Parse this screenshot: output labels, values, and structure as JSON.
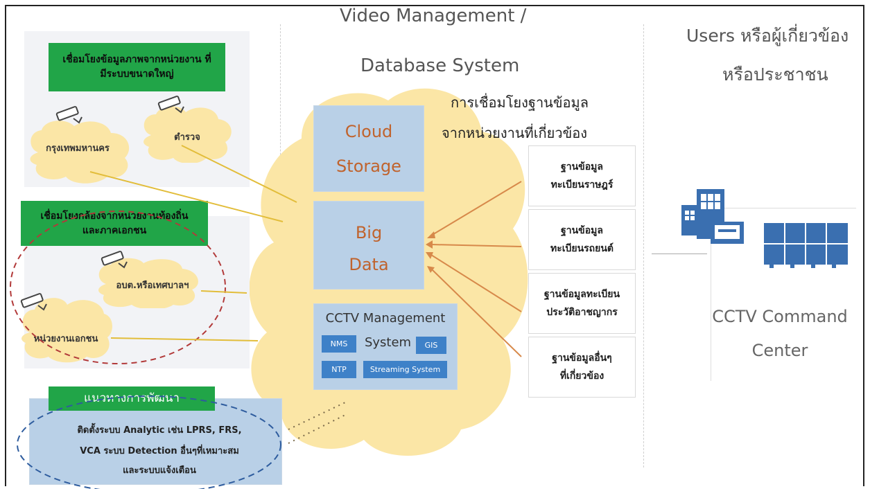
{
  "header": {
    "vms_line1": "Video Management /",
    "vms_line2": "Database System",
    "users_line1": "Users หรือผู้เกี่ยวข้อง",
    "users_line2": "หรือประชาชน"
  },
  "left_groups": {
    "large_scale_link": "เชื่อมโยงข้อมูลภาพจากหน่วยงาน ที่มีระบบขนาดใหญ่",
    "bangkok": "กรุงเทพมหานคร",
    "police": "ตำรวจ",
    "local_link": "เชื่อมโยงกล้องจากหน่วยงานท้องถิ่น และภาคเอกชน",
    "local_gov": "อบต.หรือเทศบาลฯ",
    "private_org": "หน่วยงานเอกชน",
    "development_title": "แนวทางการพัฒนา",
    "development_line1": "ติดตั้งระบบ Analytic เช่น LPRS, FRS,",
    "development_line2": "VCA ระบบ Detection อื่นๆที่เหมาะสม",
    "development_line3": "และระบบแจ้งเตือน"
  },
  "center": {
    "cloud_storage_1": "Cloud",
    "cloud_storage_2": "Storage",
    "big_data_1": "Big",
    "big_data_2": "Data",
    "cctv_title": "CCTV Management",
    "cctv_system": "System",
    "nms": "NMS",
    "gis": "GIS",
    "ntp": "NTP",
    "streaming": "Streaming System",
    "db_link_line1": "การเชื่อมโยงฐานข้อมูล",
    "db_link_line2": "จากหน่วยงานที่เกี่ยวข้อง"
  },
  "databases": [
    {
      "line1": "ฐานข้อมูล",
      "line2": "ทะเบียนราษฎร์"
    },
    {
      "line1": "ฐานข้อมูล",
      "line2": "ทะเบียนรถยนต์"
    },
    {
      "line1": "ฐานข้อมูลทะเบียน",
      "line2": "ประวัติอาชญากร"
    },
    {
      "line1": "ฐานข้อมูลอื่นๆ",
      "line2": "ที่เกี่ยวข้อง"
    }
  ],
  "right": {
    "command_center_1": "CCTV Command",
    "command_center_2": "Center"
  },
  "colors": {
    "green": "#21a548",
    "cloud": "#fbe6a6",
    "blue_box": "#b9d0e7",
    "orange_text": "#c0632d",
    "arrow": "#d7894a",
    "line_yellow": "#e2bd3a",
    "tag_blue": "#3e81c8",
    "building_blue": "#3a6fb0"
  },
  "icons": [
    "cctv-camera-icon",
    "building-icon",
    "video-wall-icon"
  ]
}
